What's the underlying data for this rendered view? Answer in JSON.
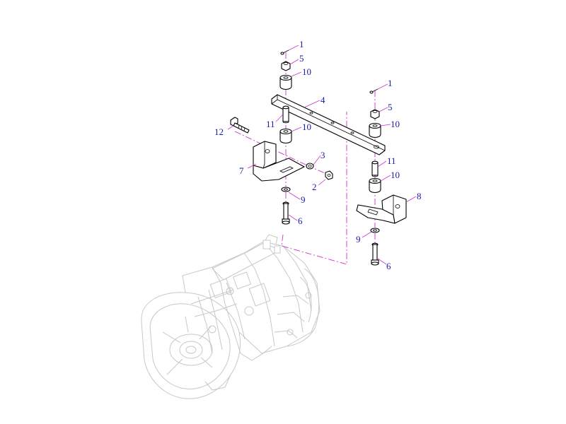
{
  "callouts": [
    {
      "id": "c1a",
      "text": "1"
    },
    {
      "id": "c5a",
      "text": "5"
    },
    {
      "id": "c10a",
      "text": "10"
    },
    {
      "id": "c4",
      "text": "4"
    },
    {
      "id": "c11a",
      "text": "11"
    },
    {
      "id": "c10b",
      "text": "10"
    },
    {
      "id": "c12",
      "text": "12"
    },
    {
      "id": "c3",
      "text": "3"
    },
    {
      "id": "c7",
      "text": "7"
    },
    {
      "id": "c2",
      "text": "2"
    },
    {
      "id": "c9a",
      "text": "9"
    },
    {
      "id": "c6a",
      "text": "6"
    },
    {
      "id": "c1b",
      "text": "1"
    },
    {
      "id": "c5b",
      "text": "5"
    },
    {
      "id": "c10c",
      "text": "10"
    },
    {
      "id": "c11b",
      "text": "11"
    },
    {
      "id": "c10d",
      "text": "10"
    },
    {
      "id": "c8",
      "text": "8"
    },
    {
      "id": "c9b",
      "text": "9"
    },
    {
      "id": "c6b",
      "text": "6"
    }
  ],
  "colors": {
    "callout_text": "#1a1aa8",
    "leader_lines": "#cc33cc",
    "part_outline": "#000000",
    "transmission_outline": "#c8c8c8"
  }
}
